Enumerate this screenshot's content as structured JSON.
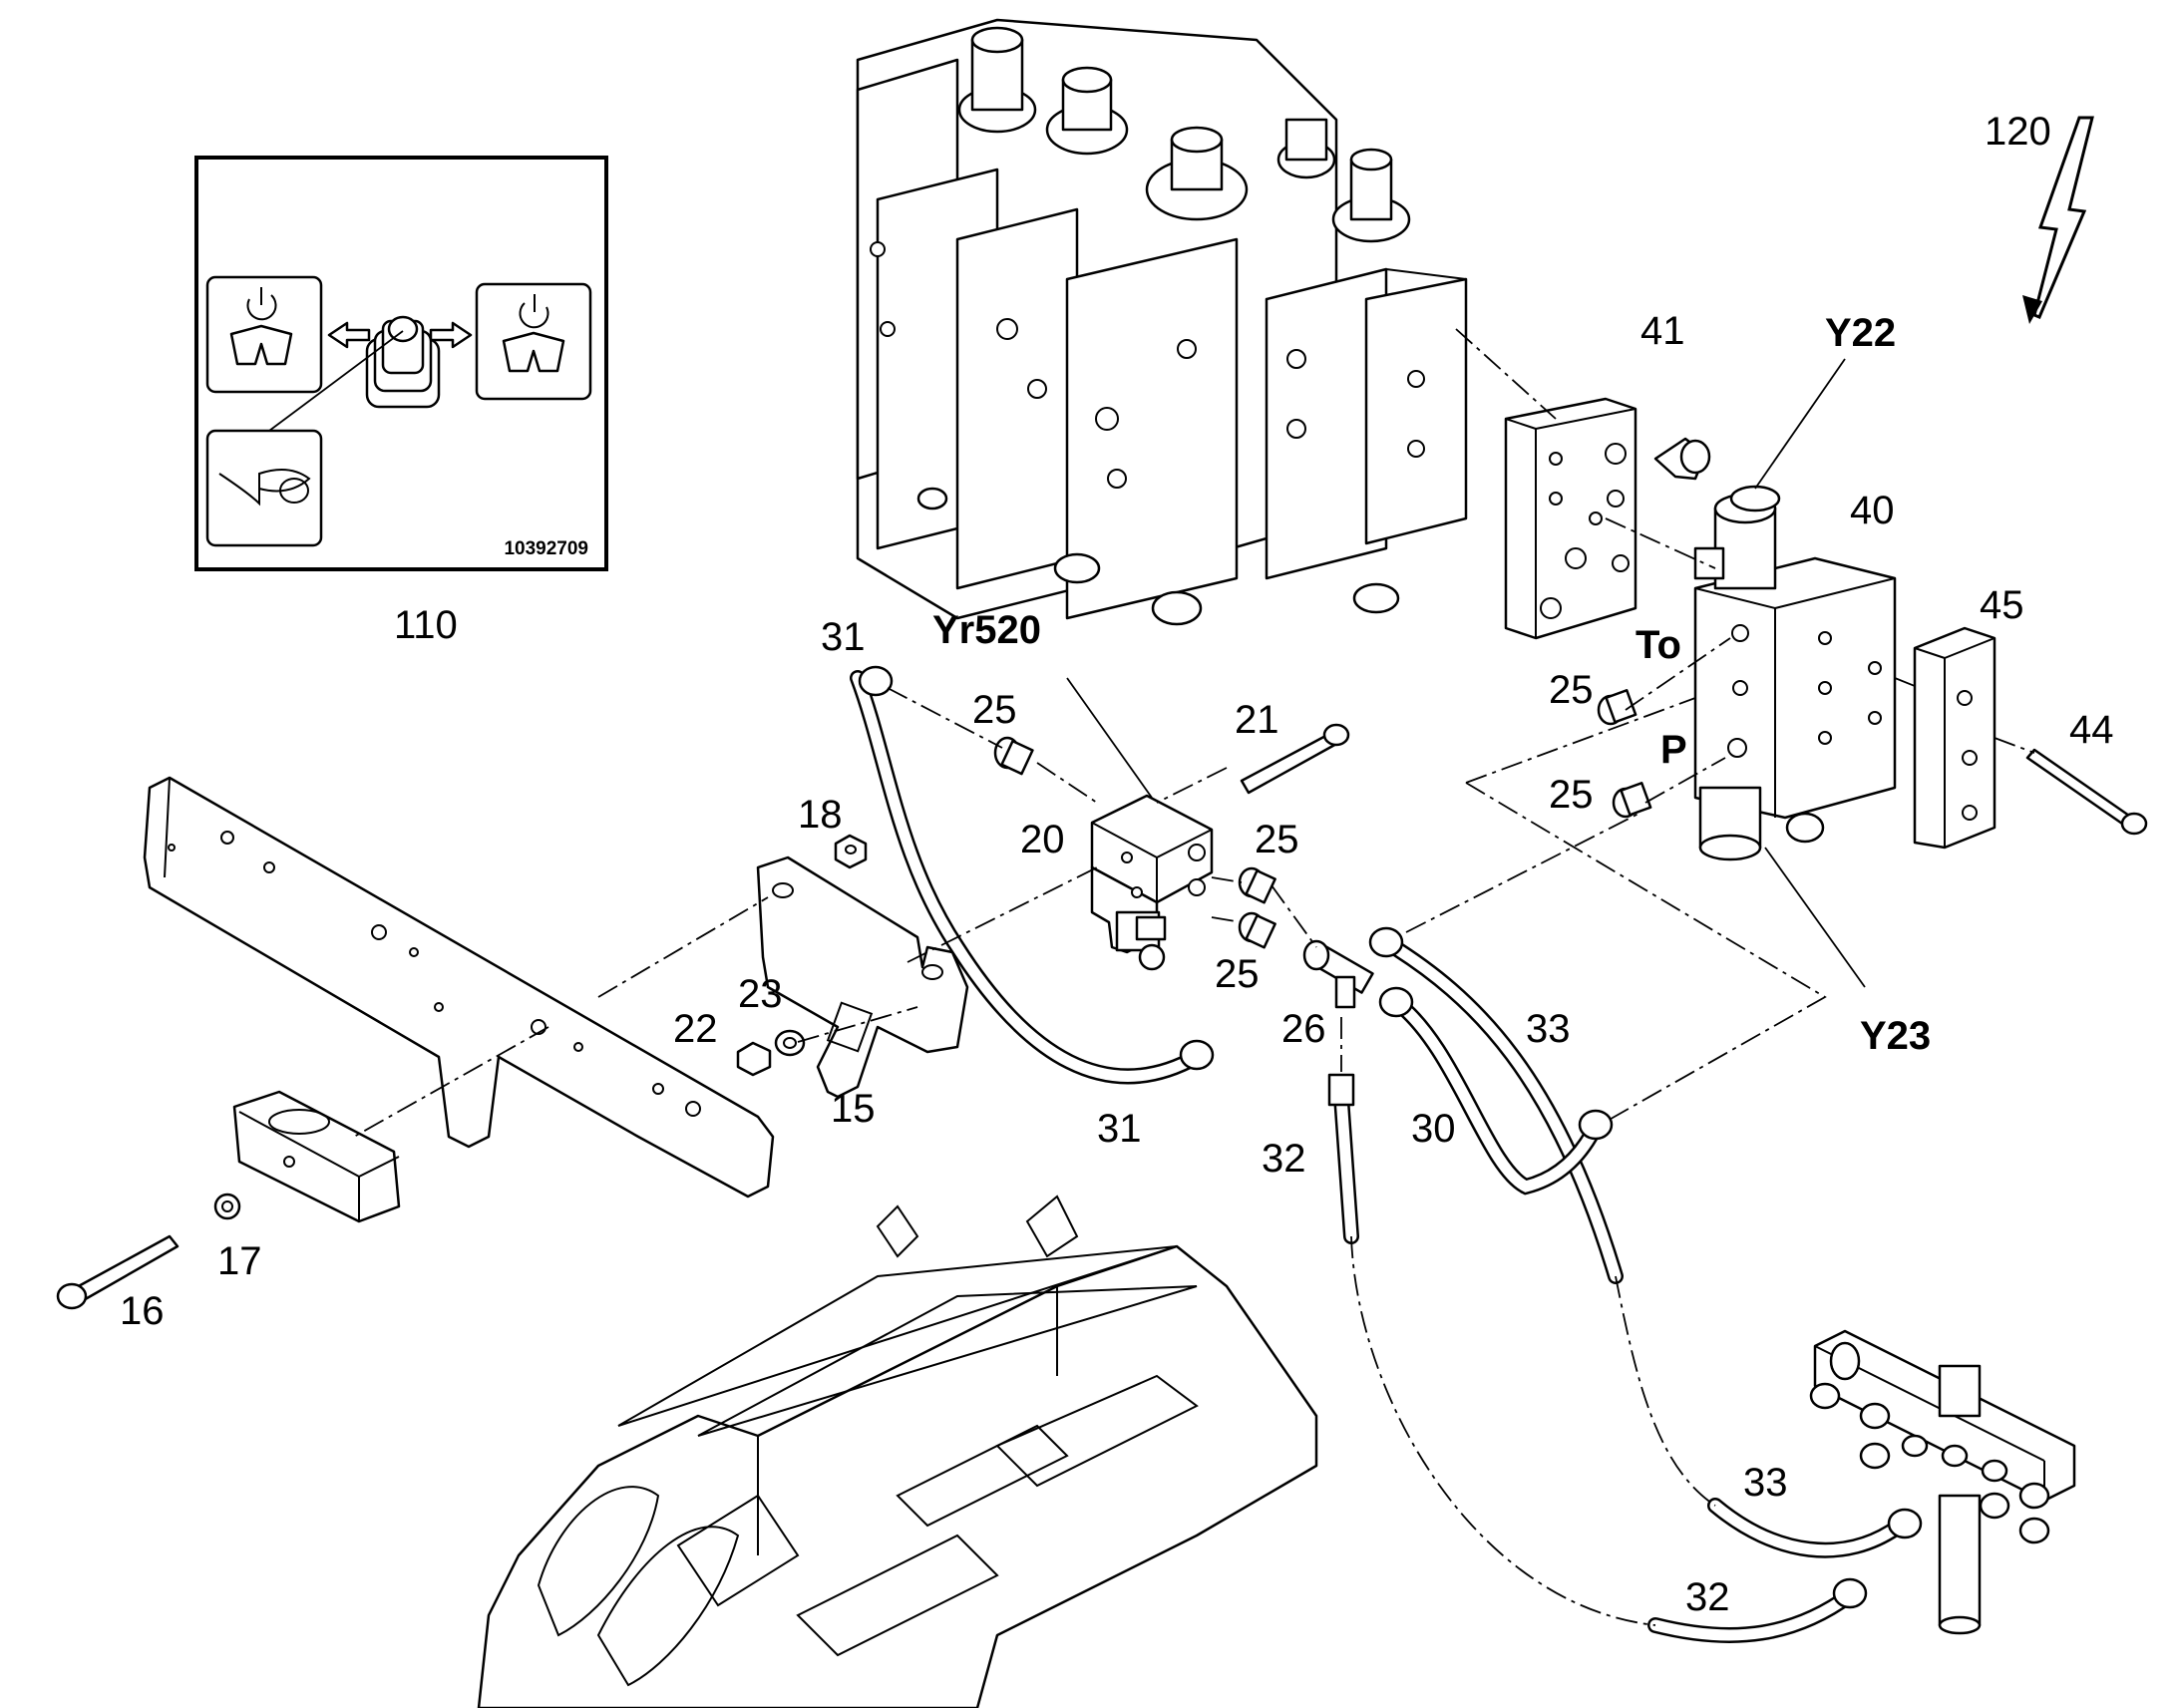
{
  "callouts": {
    "c120": "120",
    "c110": "110",
    "c41": "41",
    "c40": "40",
    "c45": "45",
    "c44": "44",
    "c31a": "31",
    "c31b": "31",
    "c25a": "25",
    "c25b": "25",
    "c25c": "25",
    "c25d": "25",
    "c21": "21",
    "c20": "20",
    "c18": "18",
    "c23": "23",
    "c22": "22",
    "c15": "15",
    "c17": "17",
    "c16": "16",
    "c26": "26",
    "c33a": "33",
    "c33b": "33",
    "c30": "30",
    "c32a": "32",
    "c32b": "32"
  },
  "designators": {
    "Y22": "Y22",
    "Y23": "Y23",
    "Yr520": "Yr520",
    "To": "To",
    "P": "P"
  },
  "decal": {
    "number": "10392709"
  }
}
